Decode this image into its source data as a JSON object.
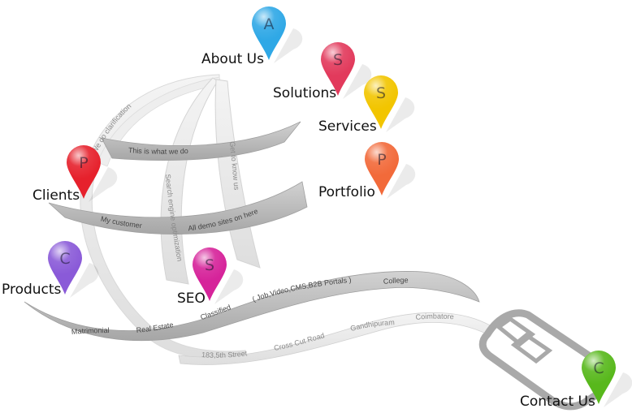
{
  "nav": {
    "about": {
      "label": "About Us",
      "letter": "A",
      "color": "#2fa8e6"
    },
    "solutions": {
      "label": "Solutions",
      "letter": "S",
      "color": "#e23a5c"
    },
    "services": {
      "label": "Services",
      "letter": "S",
      "color": "#f2c500"
    },
    "portfolio": {
      "label": "Portfolio",
      "letter": "P",
      "color": "#f26a3a"
    },
    "clients": {
      "label": "Clients",
      "letter": "P",
      "color": "#e6212c"
    },
    "products": {
      "label": "Products",
      "letter": "C",
      "color": "#8a5ad8"
    },
    "seo": {
      "label": "SEO",
      "letter": "S",
      "color": "#d6239a"
    },
    "contact": {
      "label": "Contact Us",
      "letter": "C",
      "color": "#58b81c"
    }
  },
  "bands": {
    "clarification": "We do clarification",
    "what_we_do": "This is what we do",
    "get_to_know": "Get to know us",
    "search_engine": "Search engine optimization",
    "my_customer": "My customer",
    "demo_sites": "All demo sites on here",
    "matrimonial": "Matrimonial",
    "real_estate": "Real Estate",
    "classified": "Classified",
    "portals": "( Job,Video,CMS,B2B Portals )",
    "college": "College",
    "street": "183,5th Street",
    "cross_cut": "Cross Cut Road",
    "gandhipuram": "Gandhipuram",
    "coimbatore": "Coimbatore"
  },
  "colors": {
    "band_dark": "#b9b9b9",
    "band_light": "#ececec",
    "mouse": "#a9a9a9"
  }
}
